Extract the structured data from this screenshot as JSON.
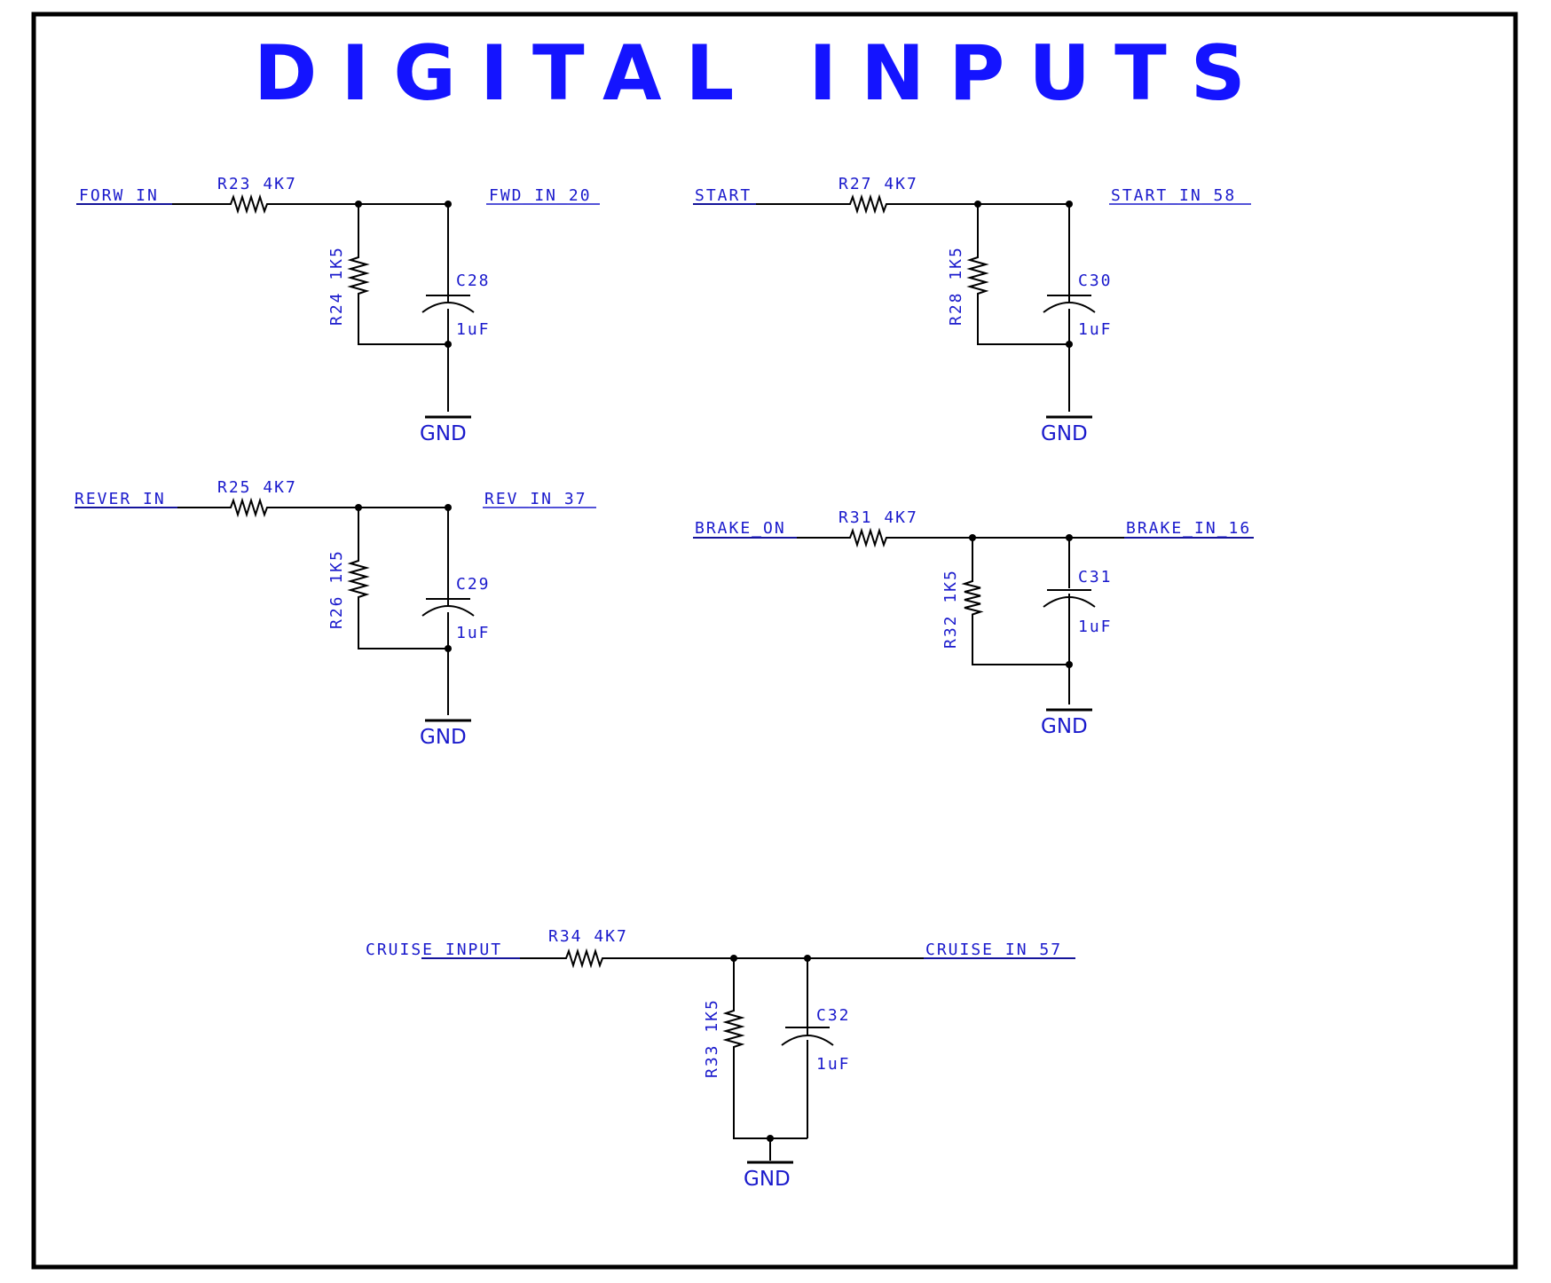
{
  "title": "DIGITAL INPUTS",
  "circuits": [
    {
      "input_net": "FORW_IN",
      "series_resistor": "R23 4K7",
      "output_net": "FWD_IN_20",
      "pulldown_resistor": "R24 1K5",
      "capacitor": "C28",
      "capacitor_value": "1uF",
      "ground": "GND"
    },
    {
      "input_net": "START",
      "series_resistor": "R27 4K7",
      "output_net": "START_IN_58",
      "pulldown_resistor": "R28 1K5",
      "capacitor": "C30",
      "capacitor_value": "1uF",
      "ground": "GND"
    },
    {
      "input_net": "REVER_IN",
      "series_resistor": "R25 4K7",
      "output_net": "REV_IN_37",
      "pulldown_resistor": "R26 1K5",
      "capacitor": "C29",
      "capacitor_value": "1uF",
      "ground": "GND"
    },
    {
      "input_net": "BRAKE_ON",
      "series_resistor": "R31 4K7",
      "output_net": "BRAKE_IN_16",
      "pulldown_resistor": "R32 1K5",
      "capacitor": "C31",
      "capacitor_value": "1uF",
      "ground": "GND"
    },
    {
      "input_net": "CRUISE_INPUT",
      "series_resistor": "R34 4K7",
      "output_net": "CRUISE_IN_57",
      "pulldown_resistor": "R33 1K5",
      "capacitor": "C32",
      "capacitor_value": "1uF",
      "ground": "GND"
    }
  ],
  "colors": {
    "title": "#1414ff",
    "labels": "#1a1acc",
    "wires": "#000000"
  }
}
